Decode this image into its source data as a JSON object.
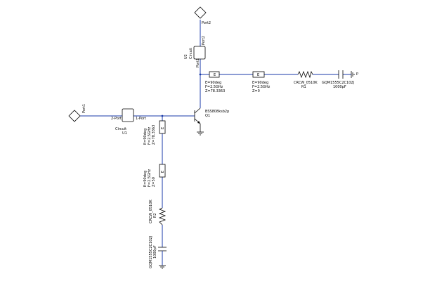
{
  "ports": {
    "port1": "Port1",
    "port2": "Port2",
    "port2_pin": "Port2"
  },
  "circuit_u2": {
    "name": "U2",
    "type": "Circuit",
    "pin_top": "Port2",
    "pin_bottom": "Port1"
  },
  "circuit_u1": {
    "name": "Circuit",
    "id": "U1",
    "pin_left": "2-Port",
    "pin_right": "1-Port"
  },
  "transistor": {
    "part": "BSS808ksb2p",
    "ref": "Q1"
  },
  "line_top_1": {
    "e": "E=90deg",
    "f": "F=2.5GHz",
    "z": "Z=78.3363"
  },
  "line_top_2": {
    "e": "E=90deg",
    "f": "F=2.5GHz",
    "z": "Z=0"
  },
  "resistor_top": {
    "part": "CRCW_0510K",
    "ref": "R1"
  },
  "capacitor_top": {
    "part": "GQM1555C2C102J",
    "value": "1000pF"
  },
  "ground_top": "P",
  "line_vert_1": {
    "e": "E=90deg",
    "f": "F=2.5GHz",
    "z": "Z=78.3363"
  },
  "line_vert_2": {
    "e": "E=90deg",
    "f": "F=2.5GHz",
    "z": "Z=50"
  },
  "resistor_vert": {
    "part": "CRCW_0510K",
    "ref": "R2"
  },
  "capacitor_vert": {
    "part": "GQM1555C2C102J",
    "value": "1000pF"
  }
}
